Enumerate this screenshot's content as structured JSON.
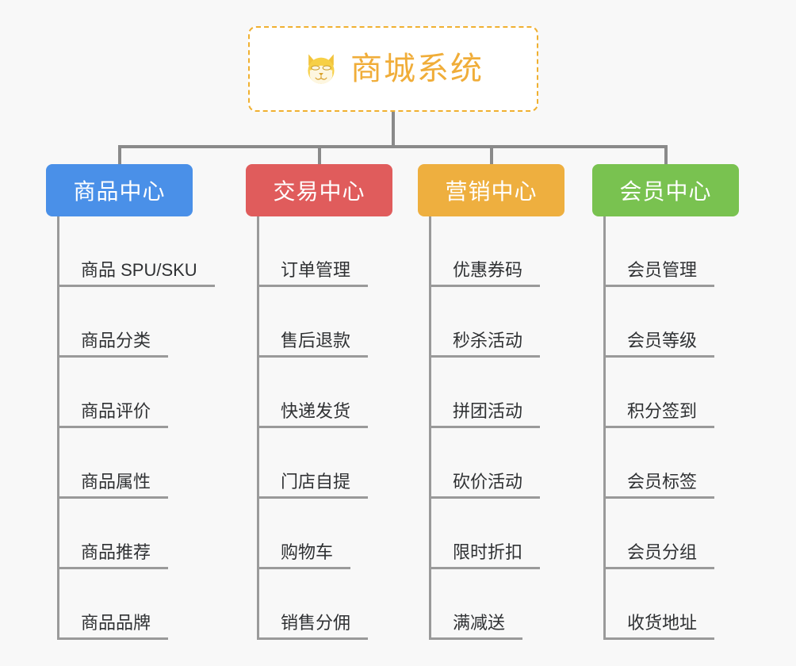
{
  "canvas": {
    "background": "#f8f8f8",
    "connector_color": "#8a8a8a"
  },
  "root": {
    "title": "商城系统",
    "icon": "shiba-dog-face-icon",
    "text_color": "#f0ad39",
    "border_color": "#f0b030",
    "background": "#ffffff"
  },
  "branches": [
    {
      "label": "商品中心",
      "color": "#4a90e8",
      "children": [
        {
          "label": "商品 SPU/SKU"
        },
        {
          "label": "商品分类"
        },
        {
          "label": "商品评价"
        },
        {
          "label": "商品属性"
        },
        {
          "label": "商品推荐"
        },
        {
          "label": "商品品牌"
        }
      ]
    },
    {
      "label": "交易中心",
      "color": "#e05c5c",
      "children": [
        {
          "label": "订单管理"
        },
        {
          "label": "售后退款"
        },
        {
          "label": "快递发货"
        },
        {
          "label": "门店自提"
        },
        {
          "label": "购物车"
        },
        {
          "label": "销售分佣"
        }
      ]
    },
    {
      "label": "营销中心",
      "color": "#eeaf3f",
      "children": [
        {
          "label": "优惠券码"
        },
        {
          "label": "秒杀活动"
        },
        {
          "label": "拼团活动"
        },
        {
          "label": "砍价活动"
        },
        {
          "label": "限时折扣"
        },
        {
          "label": "满减送"
        }
      ]
    },
    {
      "label": "会员中心",
      "color": "#79c250",
      "children": [
        {
          "label": "会员管理"
        },
        {
          "label": "会员等级"
        },
        {
          "label": "积分签到"
        },
        {
          "label": "会员标签"
        },
        {
          "label": "会员分组"
        },
        {
          "label": "收货地址"
        }
      ]
    }
  ]
}
